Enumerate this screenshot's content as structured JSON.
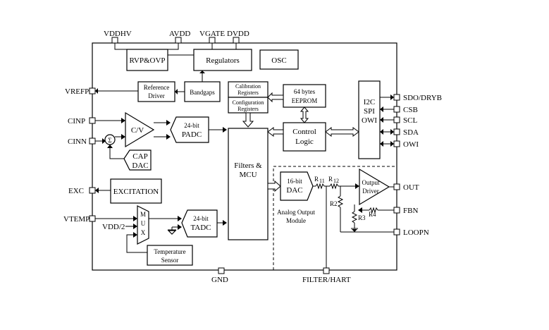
{
  "pins": {
    "vddhv": "VDDHV",
    "avdd": "AVDD",
    "vgate": "VGATE",
    "dvdd": "DVDD",
    "vrefp": "VREFP",
    "cinp": "CINP",
    "cinn": "CINN",
    "exc": "EXC",
    "vtemp": "VTEMP",
    "vdd2": "VDD/2",
    "gnd": "GND",
    "filter_hart": "FILTER/HART",
    "sdo_dryb": "SDO/DRYB",
    "csb": "CSB",
    "scl": "SCL",
    "sda": "SDA",
    "owi": "OWI",
    "out": "OUT",
    "fbn": "FBN",
    "loopn": "LOOPN"
  },
  "blocks": {
    "rvp_ovp": "RVP&OVP",
    "regulators": "Regulators",
    "osc": "OSC",
    "reference_driver": [
      "Reference",
      "Driver"
    ],
    "bandgaps": "Bandgaps",
    "calibration_registers": [
      "Calibration",
      "Registers"
    ],
    "configuration_registers": [
      "Configuration",
      "Registers"
    ],
    "eeprom": [
      "64 bytes",
      "EEPROM"
    ],
    "interface": [
      "I2C",
      "SPI",
      "OWI"
    ],
    "cv": "C/V",
    "sigma": "Σ",
    "padc": [
      "24-bit",
      "PADC"
    ],
    "cap_dac": [
      "CAP",
      "DAC"
    ],
    "control_logic": [
      "Control",
      "Logic"
    ],
    "filters_mcu": [
      "Filters &",
      "MCU"
    ],
    "dac16": [
      "16-bit",
      "DAC"
    ],
    "output_driver": [
      "Output",
      "Driver"
    ],
    "excitation": "EXCITATION",
    "mux": [
      "M",
      "U",
      "X"
    ],
    "tadc": [
      "24-bit",
      "TADC"
    ],
    "temp_sensor": [
      "Temperature",
      "Sensor"
    ],
    "analog_output_module": [
      "Analog Output",
      "Module"
    ]
  },
  "resistors": {
    "r11": "R",
    "r11_sub": "11",
    "r12": "R",
    "r12_sub": "12",
    "r2": "R2",
    "r3": "R3",
    "r4": "R4"
  }
}
